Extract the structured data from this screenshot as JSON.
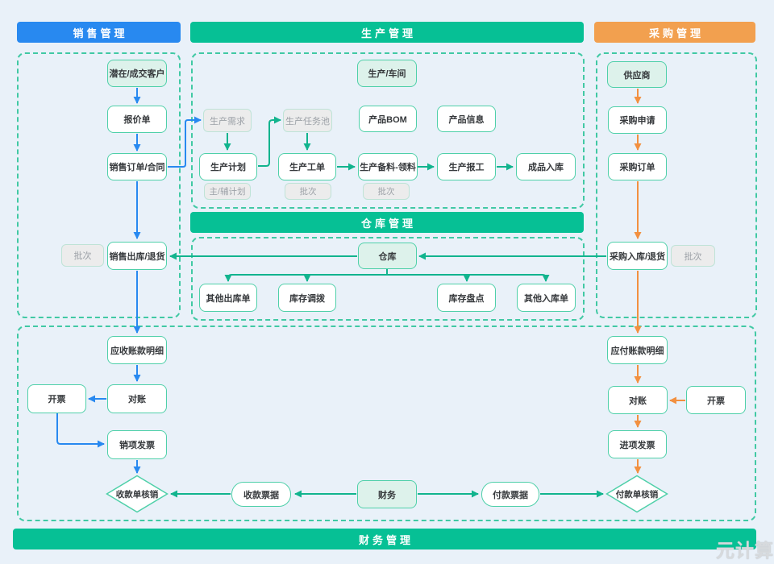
{
  "headers": {
    "sales": "销售管理",
    "production": "生产管理",
    "purchase": "采购管理",
    "warehouse": "仓库管理",
    "finance": "财务管理"
  },
  "nodes": {
    "customer": "潜在/成交客户",
    "quote": "报价单",
    "sales_order": "销售订单/合同",
    "batch_sales": "批次",
    "sales_outbound": "销售出库/退货",
    "ar_detail": "应收账款明细",
    "reconcile_ar": "对账",
    "invoice_ar": "开票",
    "sales_invoice": "销项发票",
    "receipt_writeoff": "收款单核销",
    "receipt_bill": "收款票据",
    "finance_hub": "财务",
    "payment_bill": "付款票据",
    "payment_writeoff": "付款单核销",
    "workshop": "生产/车间",
    "prod_demand": "生产需求",
    "prod_task_pool": "生产任务池",
    "product_bom": "产品BOM",
    "product_info": "产品信息",
    "prod_plan": "生产计划",
    "prod_workorder": "生产工单",
    "prod_material": "生产备料-领料",
    "prod_report": "生产报工",
    "finished_inbound": "成品入库",
    "main_aux_plan": "主/辅计划",
    "batch_workorder": "批次",
    "batch_material": "批次",
    "warehouse_hub": "仓库",
    "other_outbound": "其他出库单",
    "stock_transfer": "库存调拨",
    "stock_check": "库存盘点",
    "other_inbound": "其他入库单",
    "supplier": "供应商",
    "purchase_request": "采购申请",
    "purchase_order": "采购订单",
    "purchase_inbound": "采购入库/退货",
    "batch_purchase": "批次",
    "ap_detail": "应付账款明细",
    "reconcile_ap": "对账",
    "invoice_ap": "开票",
    "purchase_invoice": "进项发票"
  },
  "watermark": "元计算",
  "colors": {
    "background": "#e9f1f9",
    "sales_accent": "#2889f0",
    "production_accent": "#06c095",
    "purchase_accent": "#f2a04f",
    "node_border": "#4fd0a9",
    "container_border": "#41c9a4",
    "gray_node_fill": "#ececec",
    "mint_node_fill": "#ddf2eb"
  }
}
